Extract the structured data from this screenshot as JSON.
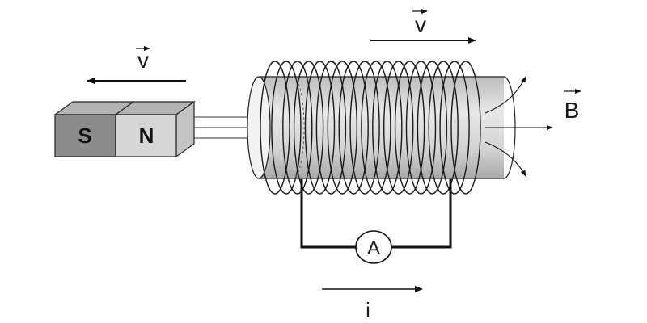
{
  "labels": {
    "magnet_velocity": "v",
    "coil_velocity": "v",
    "magnetic_field": "B",
    "current": "i",
    "ammeter": "A"
  },
  "magnet": {
    "south_pole": "S",
    "north_pole": "N",
    "south_color": "#8c8c8c",
    "north_color": "#d6d6d6"
  },
  "coil": {
    "turns": 18,
    "cylinder_color": "#dcdcdc"
  }
}
